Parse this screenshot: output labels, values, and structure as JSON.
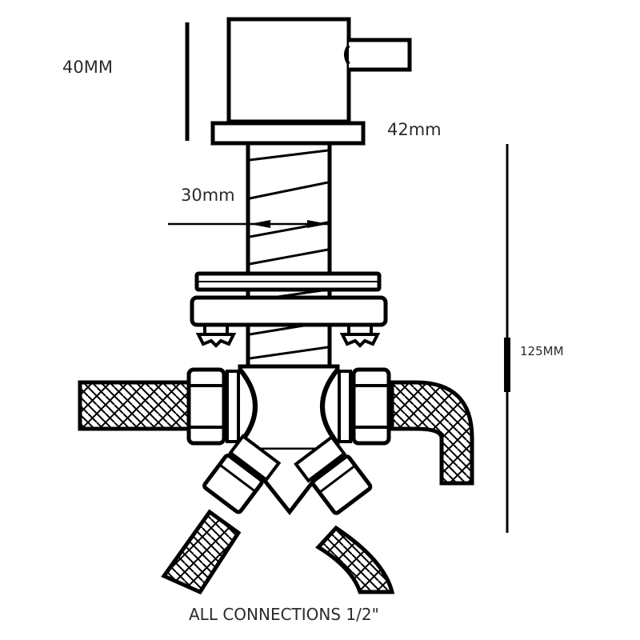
{
  "diagram": {
    "type": "technical-dimension-drawing",
    "subject": "Deck-mounted mixer valve with braided flexible hoses",
    "colors": {
      "line": "#000000",
      "text": "#2b2b2b",
      "background": "#ffffff"
    },
    "labels": {
      "height_handle": "40MM",
      "flange_diameter": "42mm",
      "body_diameter": "30mm",
      "total_height": "125MM",
      "connections": "ALL CONNECTIONS 1/2\""
    },
    "components": [
      "handle-cap",
      "lever",
      "top-flange",
      "threaded-shank",
      "top-washer-plate",
      "clamp-plate",
      "wing-screws",
      "valve-body",
      "compression-nuts",
      "braided-hoses"
    ]
  }
}
